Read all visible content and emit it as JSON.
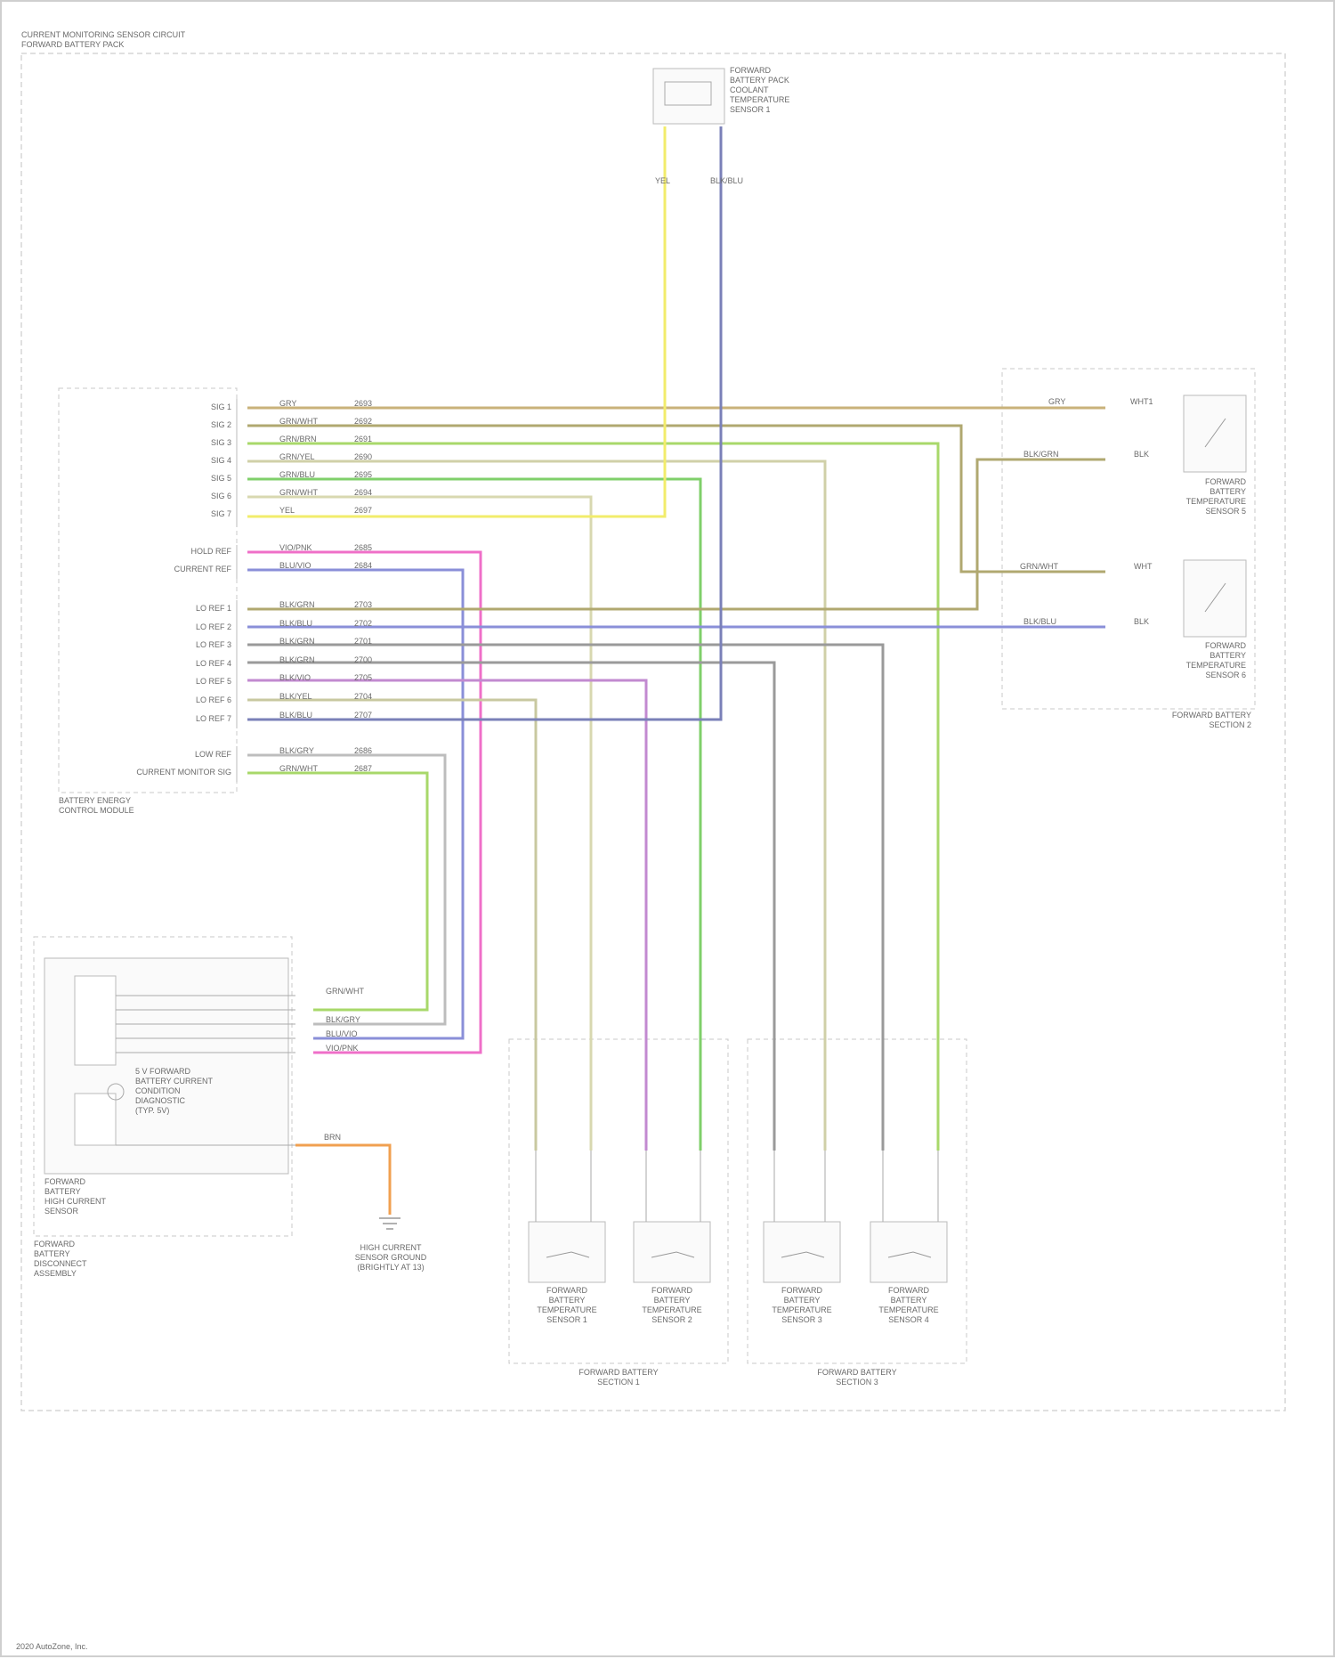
{
  "header": {
    "title_line1": "CURRENT MONITORING SENSOR CIRCUIT",
    "title_line2": "FORWARD BATTERY PACK"
  },
  "footer": {
    "credit": "2020 AutoZone, Inc."
  },
  "components": {
    "coolant_sensor": "FORWARD\nBATTERY PACK\nCOOLANT\nTEMPERATURE\nSENSOR 1",
    "bec_module": "BATTERY ENERGY\nCONTROL MODULE",
    "section2_module1": "FORWARD\nBATTERY\nTEMPERATURE\nSENSOR 5",
    "section2_module2": "FORWARD\nBATTERY\nTEMPERATURE\nSENSOR 6",
    "section2_label": "FORWARD BATTERY\nSECTION 2",
    "current_sensor_inner": "5 V FORWARD\nBATTERY CURRENT\nCONDITION\nDIAGNOSTIC\n(TYP. 5V)",
    "current_sensor": "FORWARD\nBATTERY\nHIGH CURRENT\nSENSOR",
    "disconnect_assembly": "FORWARD\nBATTERY\nDISCONNECT\nASSEMBLY",
    "ground": "HIGH CURRENT\nSENSOR GROUND\n(BRIGHTLY AT 13)",
    "sec1_s1": "FORWARD\nBATTERY\nTEMPERATURE\nSENSOR 1",
    "sec1_s2": "FORWARD\nBATTERY\nTEMPERATURE\nSENSOR 2",
    "sec1_label": "FORWARD BATTERY\nSECTION 1",
    "sec3_s1": "FORWARD\nBATTERY\nTEMPERATURE\nSENSOR 3",
    "sec3_s2": "FORWARD\nBATTERY\nTEMPERATURE\nSENSOR 4",
    "sec3_label": "FORWARD BATTERY\nSECTION 3"
  },
  "bec_pins": {
    "group1": [
      "SIG 1",
      "SIG 2",
      "SIG 3",
      "SIG 4",
      "SIG 5",
      "SIG 6",
      "SIG 7"
    ],
    "group2": [
      "HOLD REF",
      "CURRENT REF"
    ],
    "group3": [
      "LO REF 1",
      "LO REF 2",
      "LO REF 3",
      "LO REF 4",
      "LO REF 5",
      "LO REF 6",
      "LO REF 7"
    ],
    "group4": [
      "LOW REF",
      "CURRENT MONITOR SIG"
    ]
  },
  "wire_colors": {
    "group1": [
      "GRY",
      "GRN/WHT",
      "GRN/BRN",
      "GRN/YEL",
      "GRN/BLU",
      "GRN/WHT",
      "YEL"
    ],
    "group2": [
      "VIO/PNK",
      "BLU/VIO"
    ],
    "group3": [
      "BLK/GRN",
      "BLK/BLU",
      "BLK/GRN",
      "BLK/GRN",
      "BLK/VIO",
      "BLK/YEL",
      "BLK/BLU"
    ],
    "group4": [
      "BLK/GRY",
      "GRN/WHT"
    ]
  },
  "circuit_ids": {
    "group1": [
      "2693",
      "2692",
      "2691",
      "2690",
      "2695",
      "2694",
      "2697"
    ],
    "group2": [
      "2685",
      "2684"
    ],
    "group3": [
      "2703",
      "2702",
      "2701",
      "2700",
      "2705",
      "2704",
      "2707"
    ],
    "group4": [
      "2686",
      "2687"
    ]
  },
  "section2_wires": {
    "m1_sig": "GRY",
    "m1_ref": "BLK/GRN",
    "m2_sig": "GRN/WHT",
    "m2_ref": "BLK/BLU",
    "m1_sig_pin": "WHT1",
    "m1_ref_pin": "BLK",
    "m2_sig_pin": "WHT",
    "m2_ref_pin": "BLK"
  },
  "current_sensor_wires": [
    "GRN/WHT",
    "BLK/GRY",
    "BLU/VIO",
    "VIO/PNK"
  ],
  "ground_wire": "BRN",
  "coolant_wires": {
    "sig": "YEL",
    "ref": "BLK/BLU"
  },
  "colors": {
    "yellow": "#f2ec6b",
    "grey": "#9a9a9a",
    "tan": "#c9b27a",
    "lightgreen": "#a8d86a",
    "green": "#7fcf6a",
    "olive": "#b0a870",
    "pink": "#ef6fc8",
    "blue": "#8a8fd8",
    "violet": "#c28ad0",
    "orange": "#f0a050",
    "darkblue": "#7a80b8"
  }
}
